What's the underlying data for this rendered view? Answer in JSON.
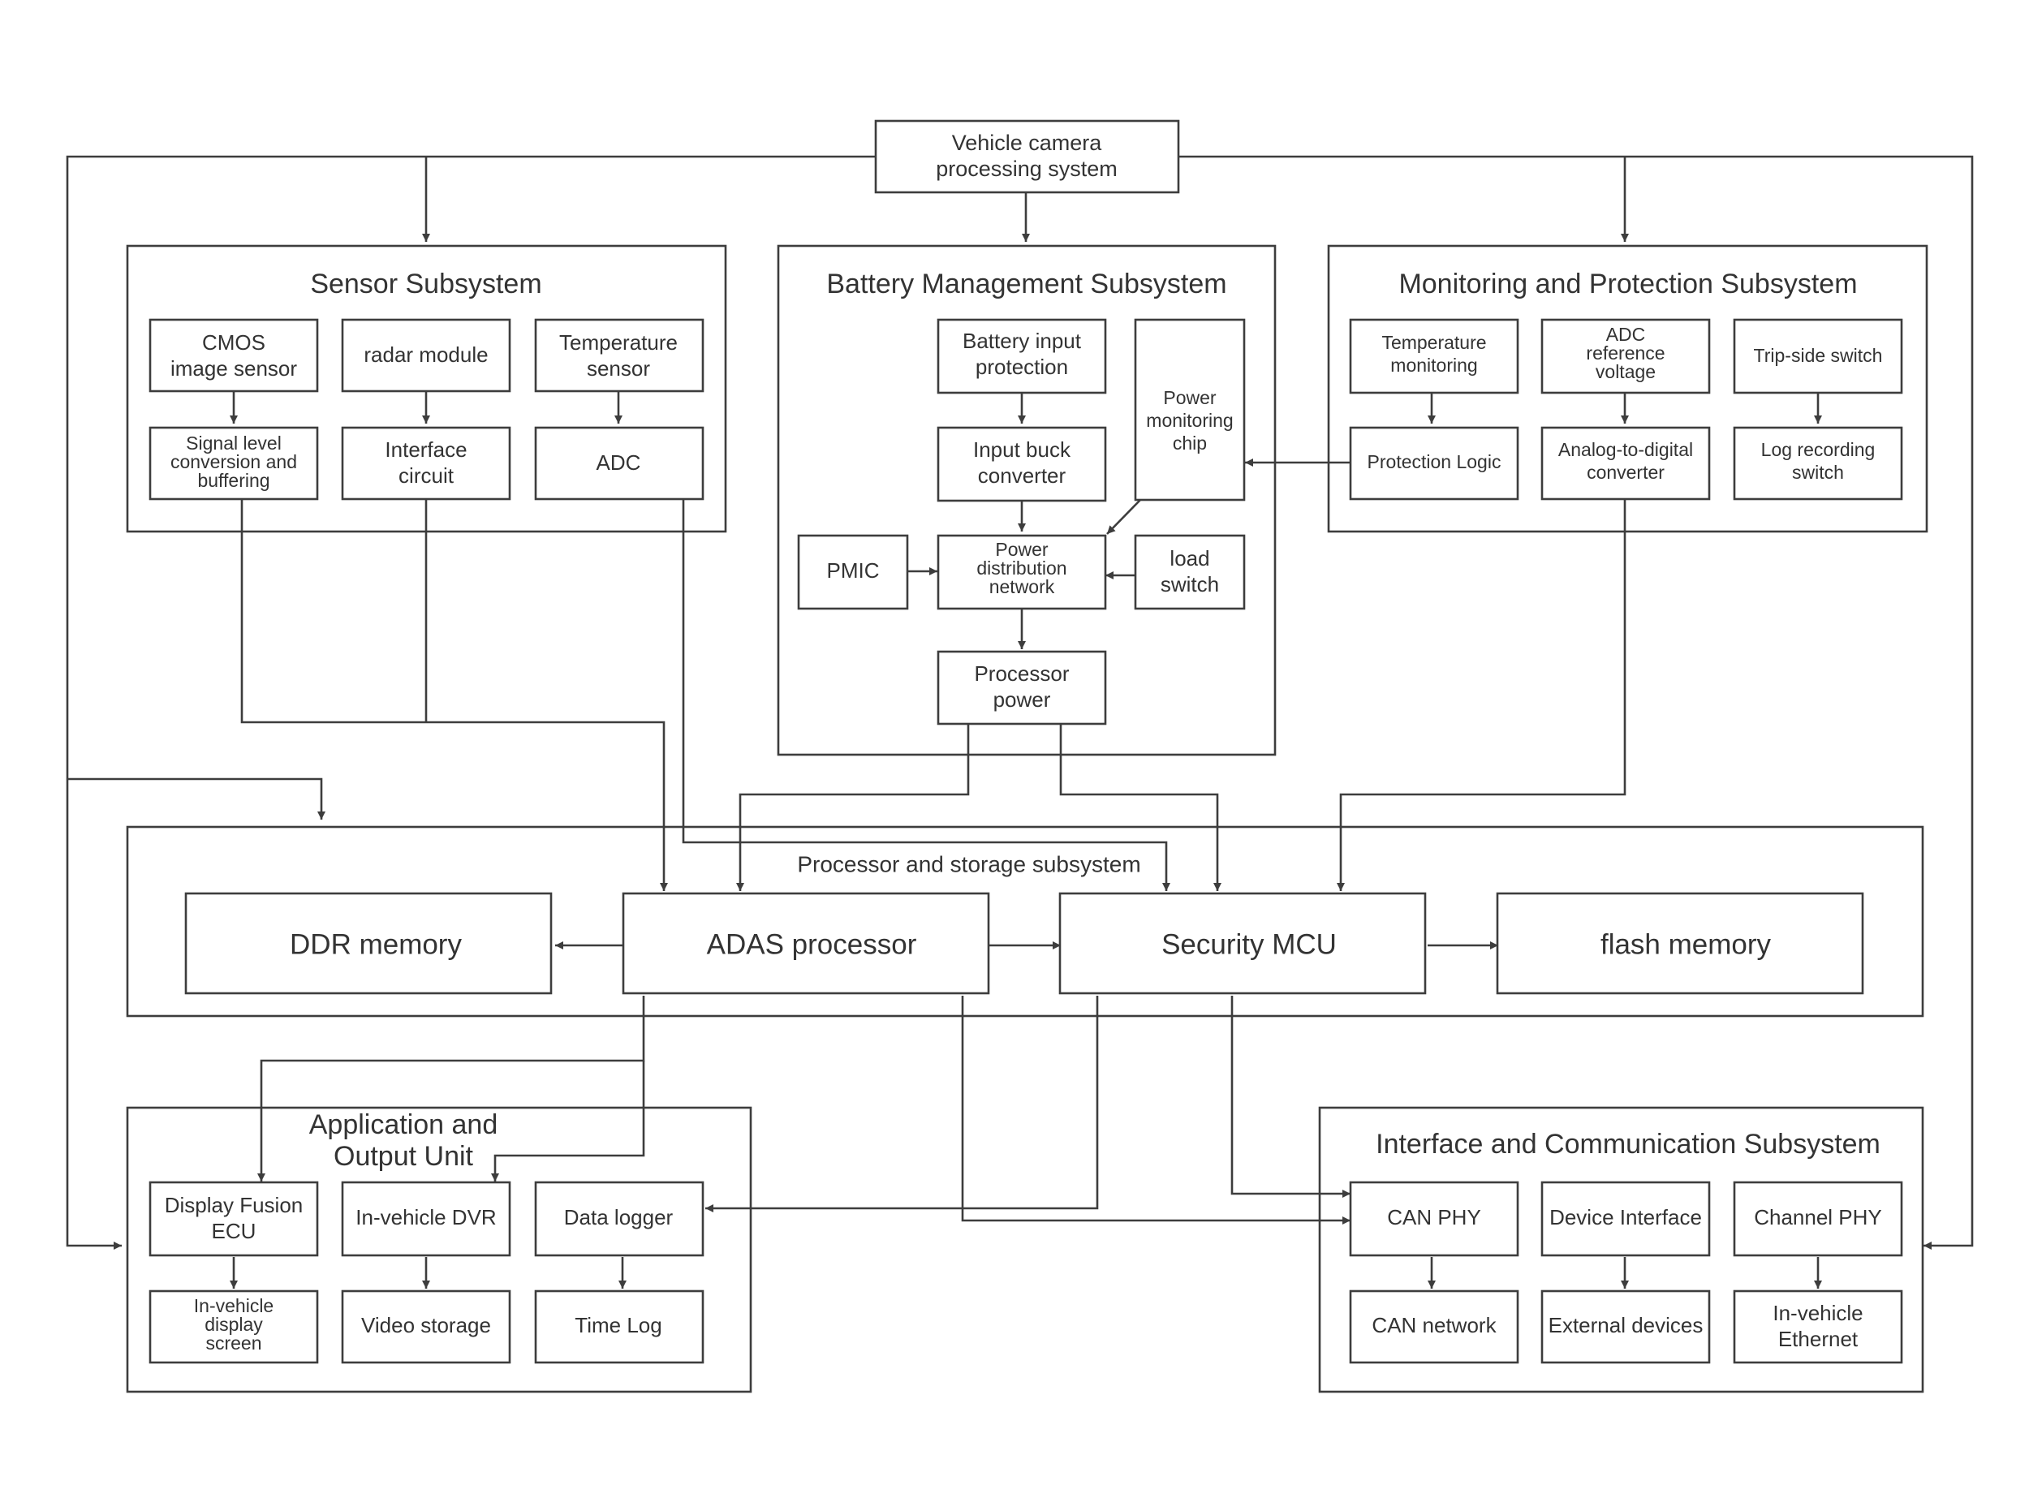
{
  "colors": {
    "line": "#3d3d3d",
    "text": "#333333",
    "background": "#ffffff"
  },
  "top": {
    "line1": "Vehicle camera",
    "line2": "processing system"
  },
  "sensor": {
    "title": "Sensor Subsystem",
    "cmos": [
      "CMOS",
      "image sensor"
    ],
    "radar": "radar module",
    "temp_sensor": [
      "Temperature",
      "sensor"
    ],
    "signal_level": [
      "Signal level",
      "conversion and",
      "buffering"
    ],
    "interface_circuit": [
      "Interface",
      "circuit"
    ],
    "adc": "ADC"
  },
  "battery": {
    "title": "Battery Management Subsystem",
    "input_protection": [
      "Battery input",
      "protection"
    ],
    "buck": [
      "Input buck",
      "converter"
    ],
    "power_monitoring": [
      "Power",
      "monitoring",
      "chip"
    ],
    "pmic": "PMIC",
    "distribution": [
      "Power",
      "distribution",
      "network"
    ],
    "load_switch": [
      "load",
      "switch"
    ],
    "processor_power": [
      "Processor",
      "power"
    ]
  },
  "monitoring": {
    "title": "Monitoring and Protection Subsystem",
    "temp_monitoring": [
      "Temperature",
      "monitoring"
    ],
    "adc_reference": [
      "ADC",
      "reference",
      "voltage"
    ],
    "trip_switch": "Trip-side switch",
    "protection_logic": "Protection Logic",
    "adc_converter": [
      "Analog-to-digital",
      "converter"
    ],
    "log_switch": [
      "Log recording",
      "switch"
    ]
  },
  "processor": {
    "title": "Processor and storage subsystem",
    "ddr": "DDR memory",
    "adas": "ADAS processor",
    "mcu": "Security MCU",
    "flash": "flash memory"
  },
  "application": {
    "title": [
      "Application and",
      "Output Unit"
    ],
    "display_fusion": [
      "Display Fusion",
      "ECU"
    ],
    "dvr": "In-vehicle DVR",
    "data_logger": "Data logger",
    "display_screen": [
      "In-vehicle",
      "display",
      "screen"
    ],
    "video_storage": "Video storage",
    "time_log": "Time Log"
  },
  "interface": {
    "title": "Interface and Communication Subsystem",
    "can_phy": "CAN PHY",
    "device_interface": "Device Interface",
    "channel_phy": "Channel PHY",
    "can_network": "CAN network",
    "external_devices": "External devices",
    "ethernet": [
      "In-vehicle",
      "Ethernet"
    ]
  }
}
